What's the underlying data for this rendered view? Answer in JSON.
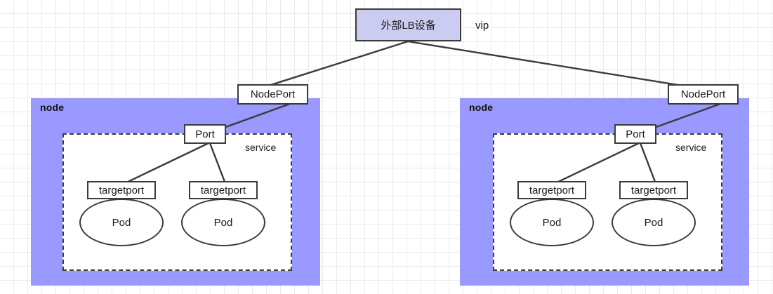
{
  "diagram": {
    "title_box": {
      "label": "外部LB设备",
      "annotation": "vip",
      "fill_color": "#ccccf2",
      "stroke_color": "#3b3b3b"
    },
    "node_fill_color": "#9999ff",
    "clusters": [
      {
        "node_label": "node",
        "service_label": "service",
        "nodeport_label": "NodePort",
        "port_label": "Port",
        "pods": [
          {
            "targetport_label": "targetport",
            "pod_label": "Pod"
          },
          {
            "targetport_label": "targetport",
            "pod_label": "Pod"
          }
        ]
      },
      {
        "node_label": "node",
        "service_label": "service",
        "nodeport_label": "NodePort",
        "port_label": "Port",
        "pods": [
          {
            "targetport_label": "targetport",
            "pod_label": "Pod"
          },
          {
            "targetport_label": "targetport",
            "pod_label": "Pod"
          }
        ]
      }
    ]
  }
}
